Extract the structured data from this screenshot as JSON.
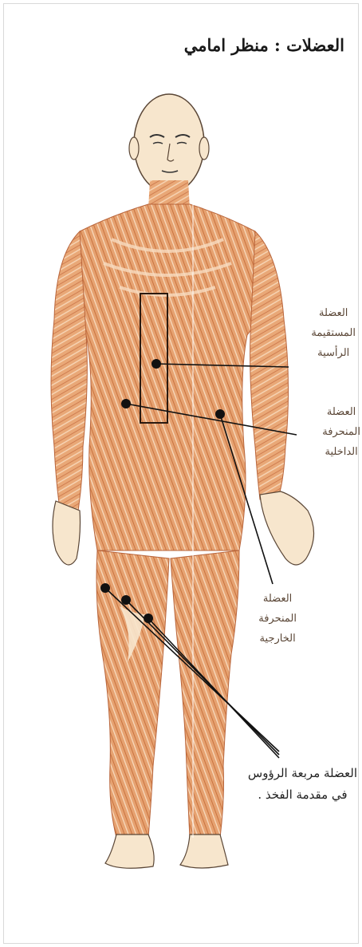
{
  "title": "العضلات : منظر امامي",
  "labels": {
    "rectus": [
      "العضلة",
      "المستقيمة",
      "الرأسية"
    ],
    "internal_oblique": [
      "العضلة",
      "المنحرفة",
      "الداخلية"
    ],
    "external_oblique": [
      "العضلة",
      "المنحرفة",
      "الخارجية"
    ],
    "quadriceps": [
      "العضلة مربعة الرؤوس",
      "في مقدمة الفخذ ."
    ]
  },
  "colors": {
    "muscle": "#e9a877",
    "muscle_dark": "#c97347",
    "skin": "#f7e6cd",
    "line": "#111111"
  }
}
